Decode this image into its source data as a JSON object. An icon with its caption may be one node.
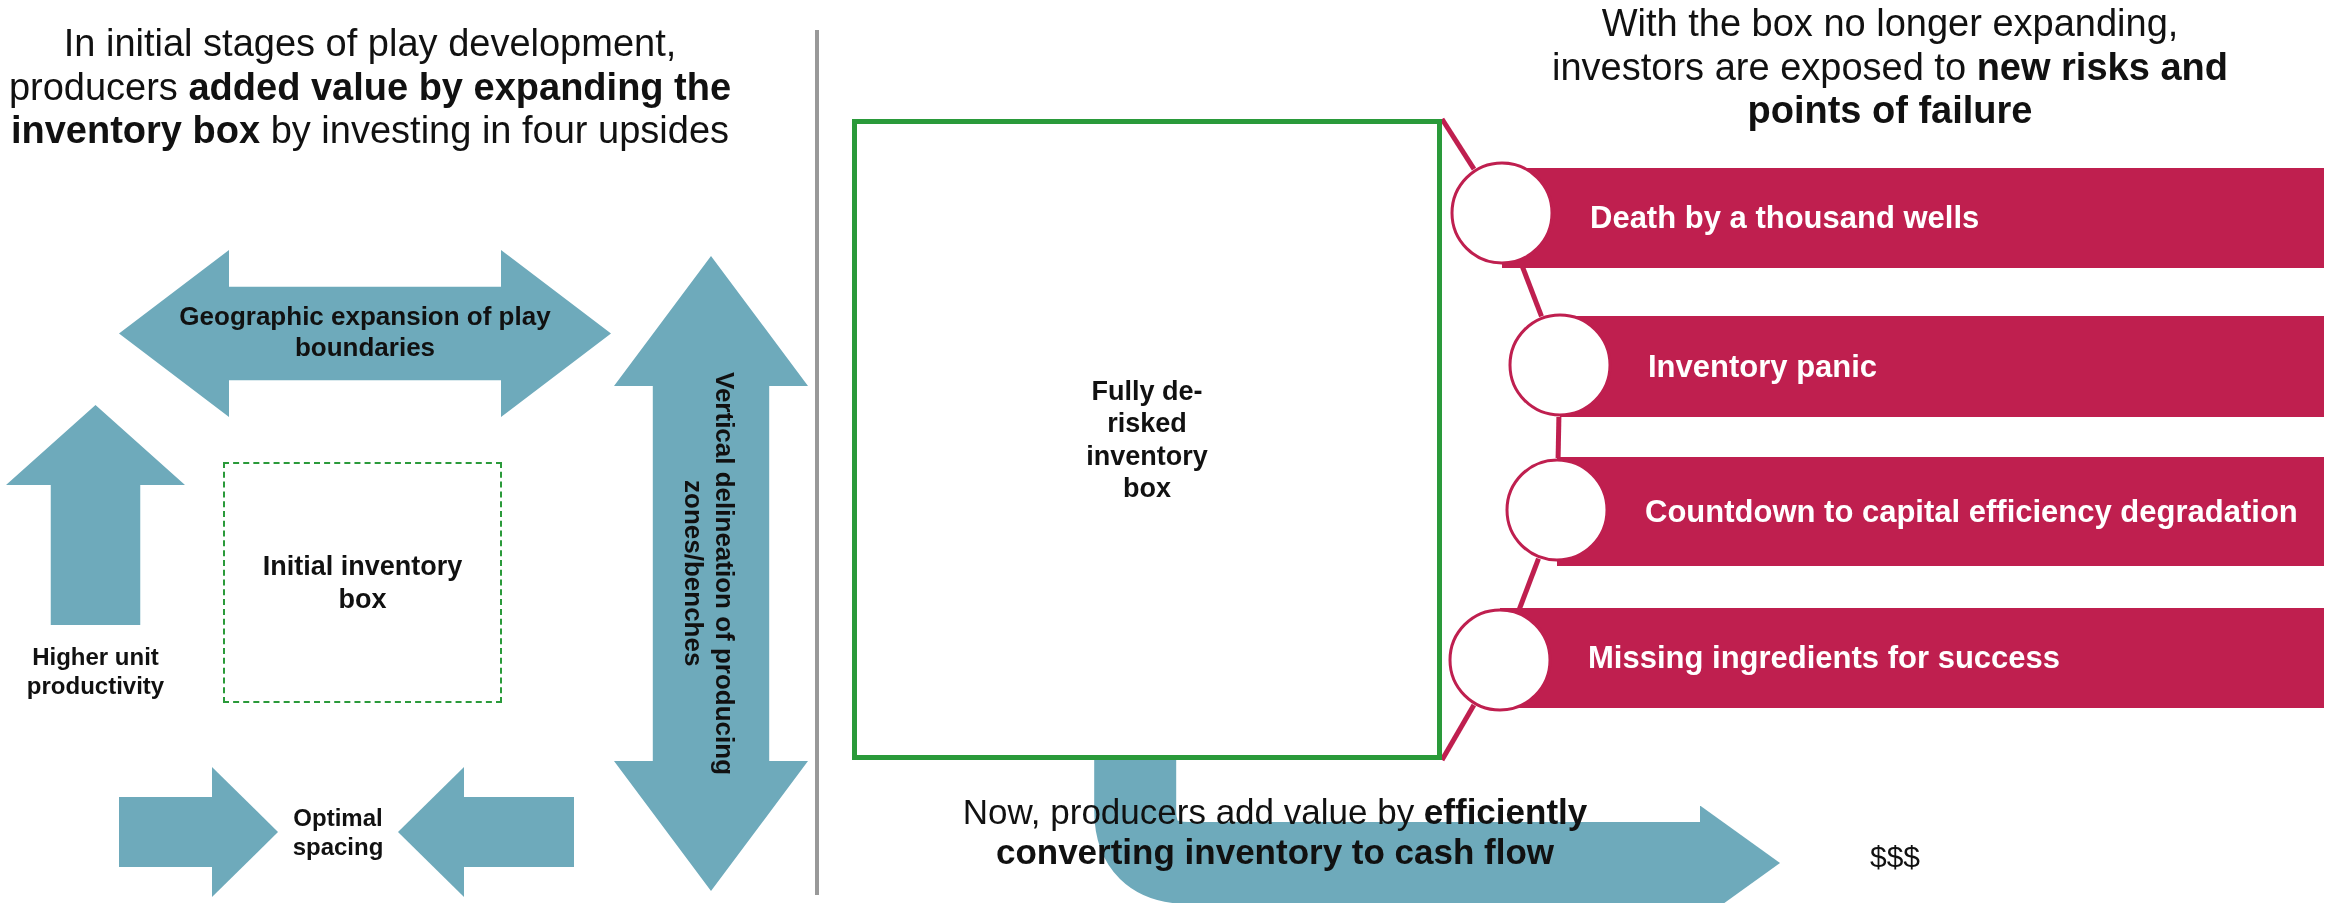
{
  "diagram": {
    "nodes": [
      {
        "text": [
          "Geographic expansion of play boundaries"
        ]
      },
      {
        "text": [
          "Vertical delineation of producing zones/benches"
        ]
      },
      {
        "text": [
          "Higher unit productivity"
        ]
      },
      {
        "text": [
          "Optimal spacing"
        ]
      },
      {
        "text": [
          "Initial inventory box"
        ]
      },
      {
        "text": [
          "Fully de-risked inventory box"
        ]
      },
      {
        "text": [],
        "shape": "circle"
      },
      {
        "text": [
          "Death by a thousand wells"
        ]
      },
      {
        "text": [],
        "shape": "circle"
      },
      {
        "text": [
          "Inventory panic"
        ]
      },
      {
        "text": [],
        "shape": "circle"
      },
      {
        "text": [
          "Countdown to capital efficiency degradation"
        ]
      },
      {
        "text": [],
        "shape": "circle"
      },
      {
        "text": [
          "Missing ingredients for success"
        ]
      },
      {
        "text": [
          "$$$"
        ]
      }
    ],
    "edges": [
      {
        "from": 5,
        "to": 14,
        "arrow": "to",
        "style": "thick",
        "color": "#6eaabb"
      },
      {
        "from": null,
        "to": 3,
        "arrow": "to",
        "style": "thick",
        "color": "#6eaabb"
      },
      {
        "from": null,
        "to": 3,
        "arrow": "to",
        "style": "thick",
        "color": "#6eaabb"
      },
      {
        "from": 5,
        "to": 6,
        "arrow": "none"
      },
      {
        "from": 6,
        "to": 8,
        "arrow": "none"
      },
      {
        "from": 8,
        "to": 10,
        "arrow": "none"
      },
      {
        "from": 10,
        "to": 12,
        "arrow": "none"
      },
      {
        "from": 12,
        "to": 5,
        "arrow": "none"
      }
    ],
    "labels": [
      "In initial stages of play development, producers **added value by expanding the inventory box** by investing in four upsides",
      "With the box no longer expanding, investors are exposed to **new risks and points of failure**",
      "Now, producers add value by **efficiently converting inventory to cash flow**"
    ]
  }
}
